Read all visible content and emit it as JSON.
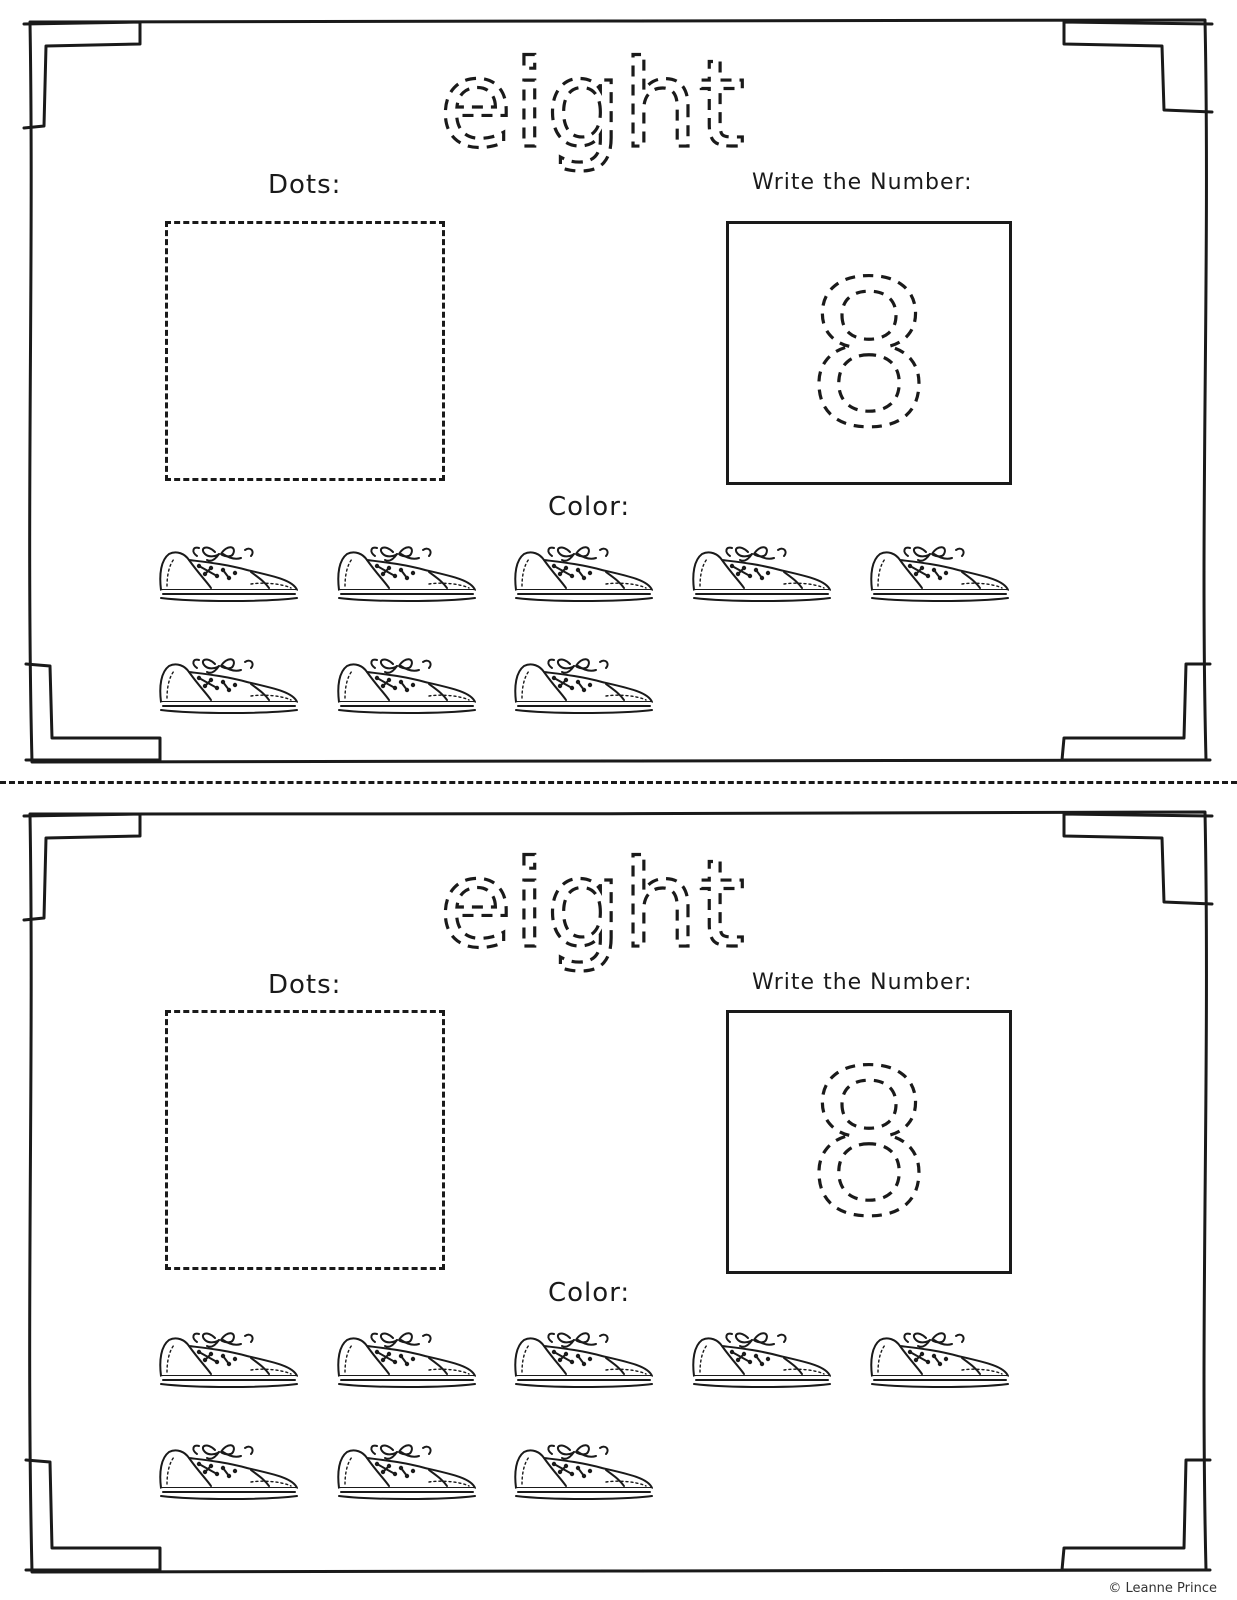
{
  "cards": [
    {
      "word": "eight",
      "dots_label": "Dots:",
      "write_label": "Write the Number:",
      "number": "8",
      "color_label": "Color:",
      "shoe_count": 8,
      "shoe_icon": "sneaker-icon"
    },
    {
      "word": "eight",
      "dots_label": "Dots:",
      "write_label": "Write the Number:",
      "number": "8",
      "color_label": "Color:",
      "shoe_count": 8,
      "shoe_icon": "sneaker-icon"
    }
  ],
  "copyright": "© Leanne Prince"
}
